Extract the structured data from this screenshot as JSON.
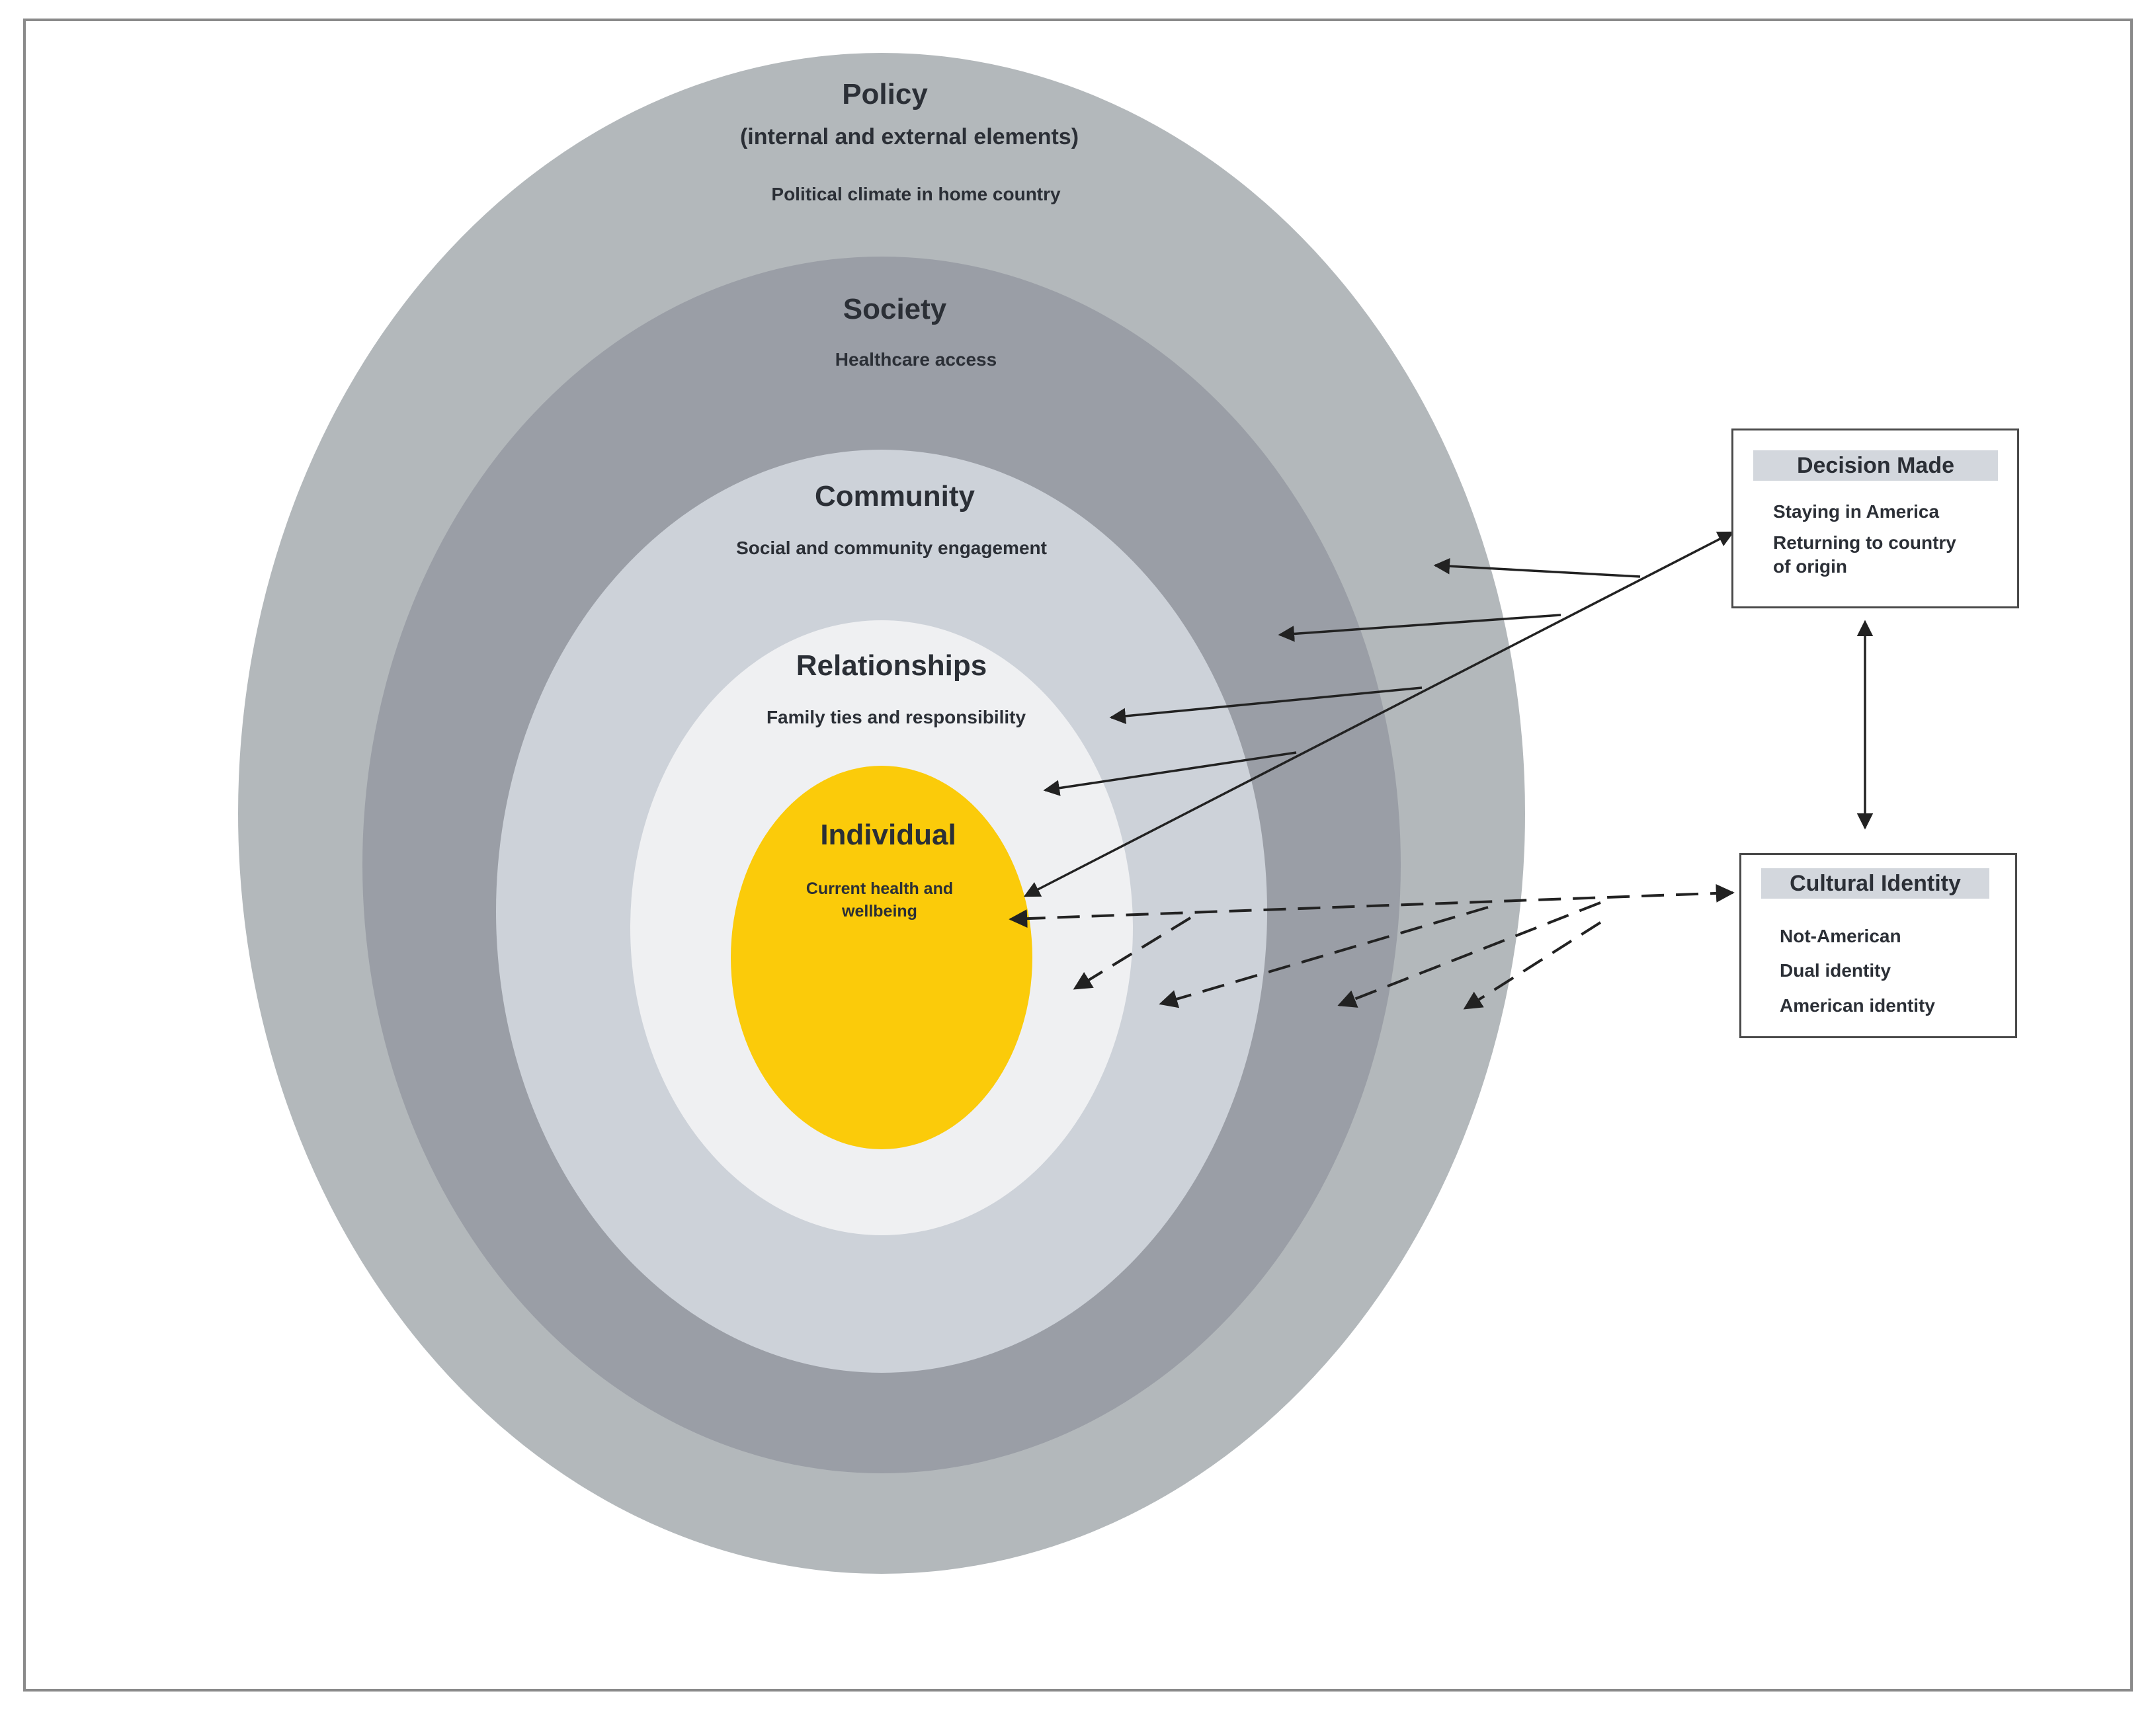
{
  "layers": {
    "policy": {
      "title": "Policy",
      "subtitle": "(internal and external elements)",
      "detail": "Political climate in home country",
      "color": "#b3b8bb"
    },
    "society": {
      "title": "Society",
      "detail": "Healthcare access",
      "color": "#9a9ea6"
    },
    "community": {
      "title": "Community",
      "detail": "Social and community engagement",
      "color": "#cdd2d9"
    },
    "relationships": {
      "title": "Relationships",
      "detail": "Family  ties and responsibility",
      "color": "#eff0f2"
    },
    "individual": {
      "title": "Individual",
      "detail_line1": "Current health and",
      "detail_line2": "wellbeing",
      "color": "#fbcb0a"
    }
  },
  "decision_box": {
    "title": "Decision Made",
    "items": [
      "Staying in America",
      "Returning to country",
      "of origin"
    ]
  },
  "identity_box": {
    "title": "Cultural Identity",
    "items": [
      "Not-American",
      "Dual identity",
      "American identity"
    ]
  }
}
